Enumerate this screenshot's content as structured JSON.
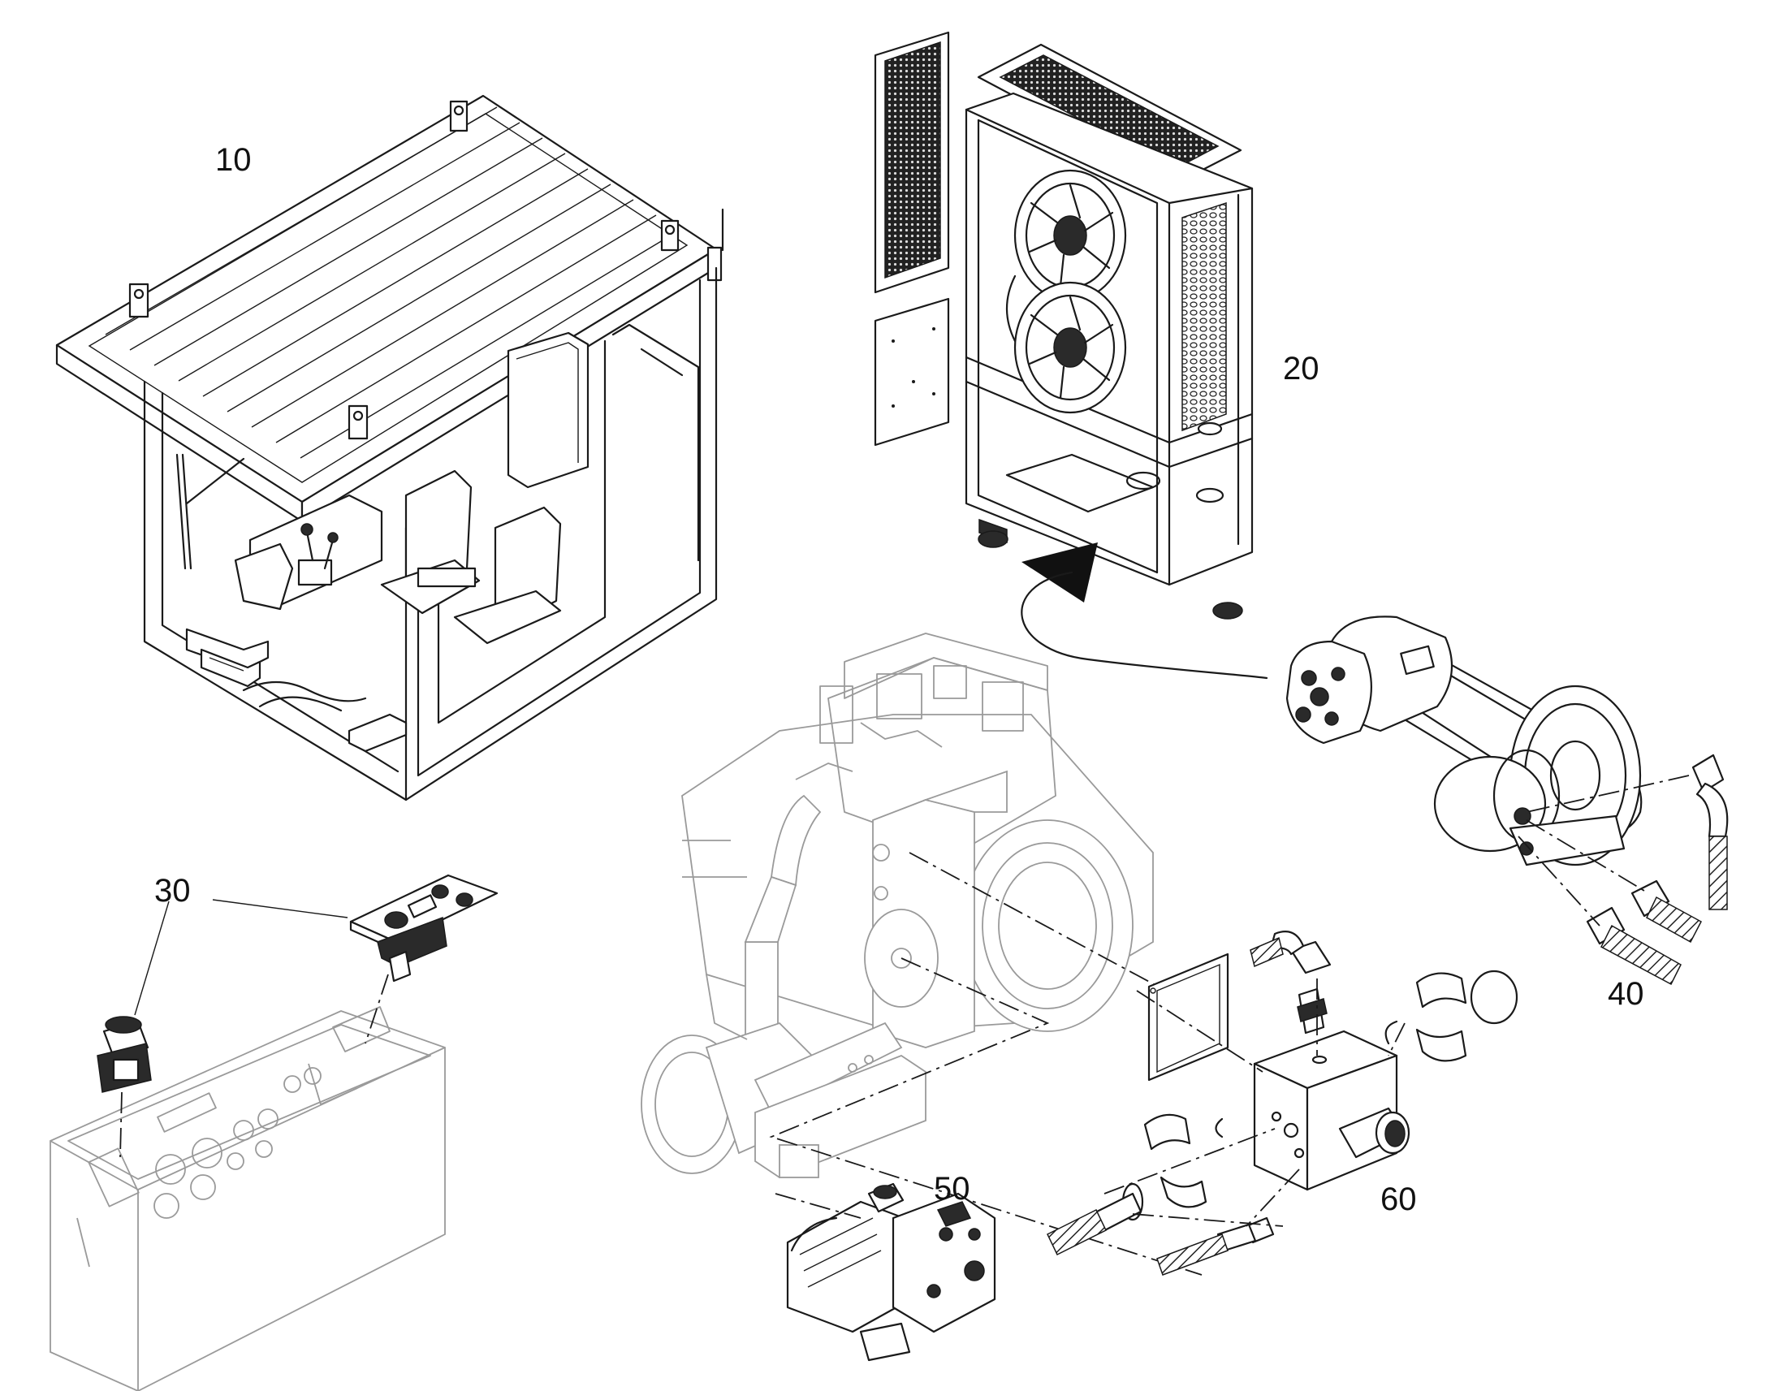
{
  "callouts": {
    "c10": "10",
    "c20": "20",
    "c30": "30",
    "c40": "40",
    "c50": "50",
    "c60": "60"
  }
}
